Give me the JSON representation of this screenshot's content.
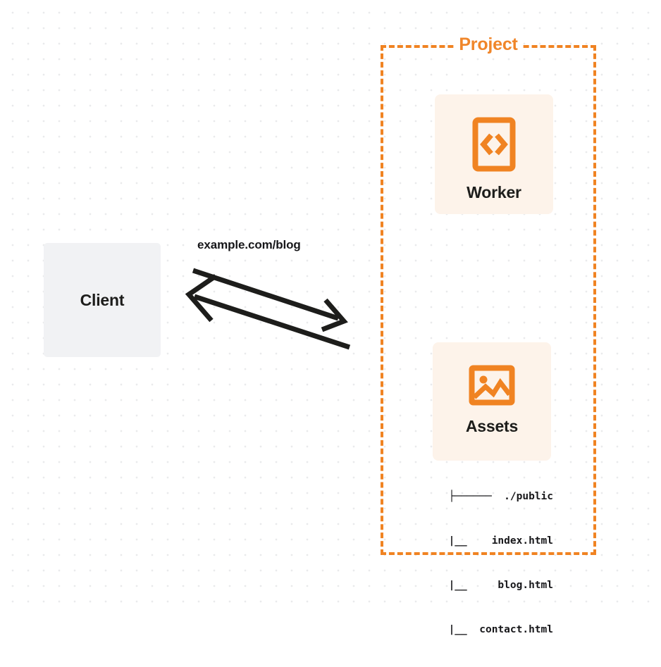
{
  "diagram": {
    "title": "Client request routed to Project Worker and Assets",
    "background": {
      "color": "#ffffff",
      "dot_color": "#e9eaec"
    },
    "accent_color": "#f08322",
    "card_background": "#fdf3ea",
    "client_background": "#f1f2f4",
    "text_color": "#17171a"
  },
  "client": {
    "label": "Client"
  },
  "connection": {
    "label": "example.com/blog",
    "request_direction": "client-to-project",
    "response_direction": "project-to-client",
    "line_color": "#1d1d1b"
  },
  "project": {
    "title": "Project",
    "services": [
      {
        "name": "worker",
        "label": "Worker",
        "icon": "code-brackets-icon"
      },
      {
        "name": "assets",
        "label": "Assets",
        "icon": "image-icon"
      }
    ],
    "asset_tree": [
      "├──────  ./public",
      "      |__    index.html",
      "      |__     blog.html",
      "      |__  contact.html"
    ]
  }
}
